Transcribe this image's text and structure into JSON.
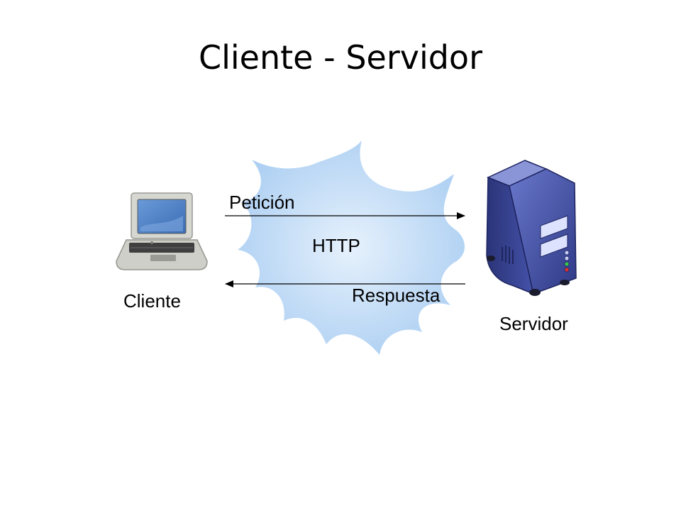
{
  "title": "Cliente - Servidor",
  "nodes": {
    "client": {
      "label": "Cliente",
      "icon": "laptop-icon"
    },
    "server": {
      "label": "Servidor",
      "icon": "server-tower-icon"
    },
    "network": {
      "label": "HTTP",
      "icon": "network-cloud-icon"
    }
  },
  "arrows": {
    "request": {
      "label": "Petición",
      "direction": "client-to-server"
    },
    "response": {
      "label": "Respuesta",
      "direction": "server-to-client"
    }
  },
  "colors": {
    "cloud": "#bcd9f5",
    "server_body": "#3d4aa0",
    "laptop_screen": "#4a80c8",
    "arrow": "#000000"
  }
}
